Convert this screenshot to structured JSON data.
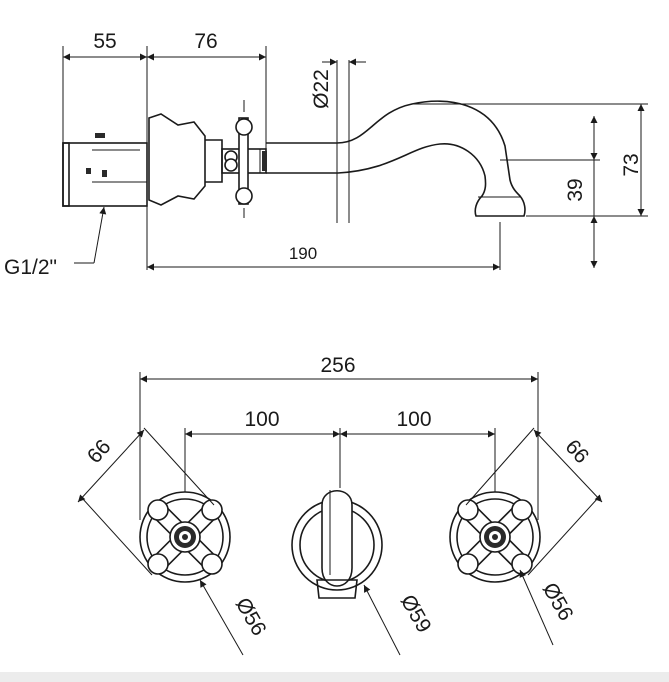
{
  "side_view": {
    "dimensions": {
      "body_depth": "55",
      "handle_projection": "76",
      "spout_reach": "190",
      "outlet_diameter": "Ø22",
      "total_height": "73",
      "outlet_height": "39"
    },
    "thread_label": "G1/2\""
  },
  "front_view": {
    "dimensions": {
      "overall_width": "256",
      "left_spacing": "100",
      "right_spacing": "100",
      "left_handle_span": "66",
      "right_handle_span": "66",
      "left_rosette_diameter": "Ø56",
      "spout_rosette_diameter": "Ø59",
      "right_rosette_diameter": "Ø56"
    }
  },
  "colors": {
    "line": "#1a1a1a",
    "background": "#ffffff",
    "strip": "#ececec"
  }
}
